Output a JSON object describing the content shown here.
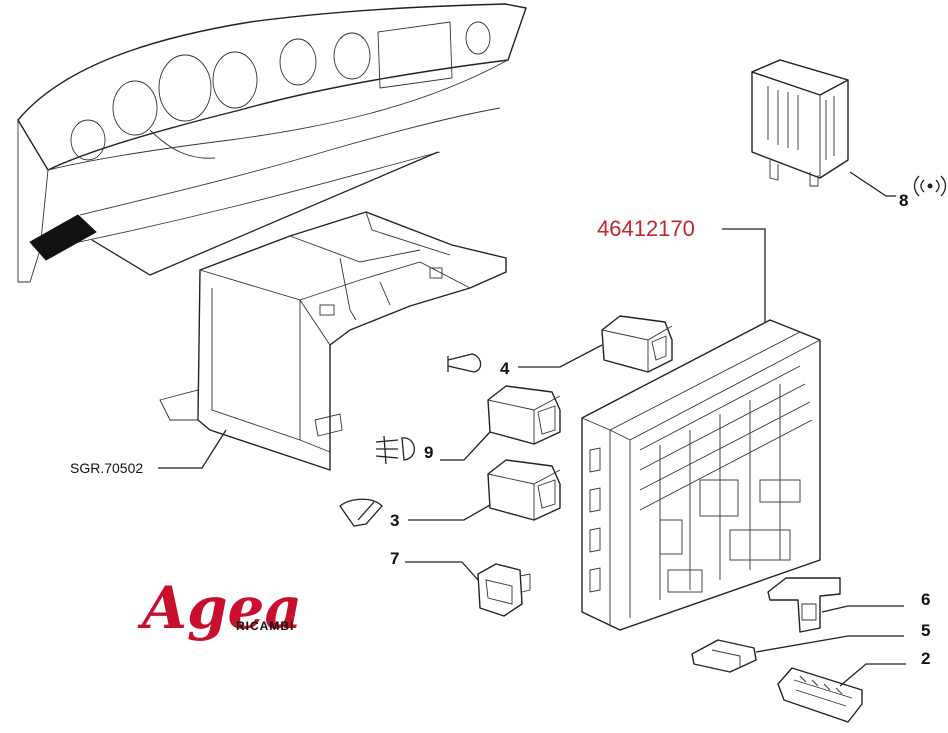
{
  "part_number": "46412170",
  "reference_code": "SGR.70502",
  "callouts": {
    "c2": "2",
    "c3": "3",
    "c4": "4",
    "c5": "5",
    "c6": "6",
    "c7": "7",
    "c8": "8",
    "c9": "9"
  },
  "logo": {
    "name": "Agea",
    "sub": "RICAMBI"
  },
  "icons": {
    "c4": "horn-icon",
    "c9": "rear-fog-light-icon",
    "c3": "wiper-icon",
    "c8": "alarm-signal-icon"
  },
  "colors": {
    "part_number": "#c0262d",
    "logo": "#c8102e"
  }
}
